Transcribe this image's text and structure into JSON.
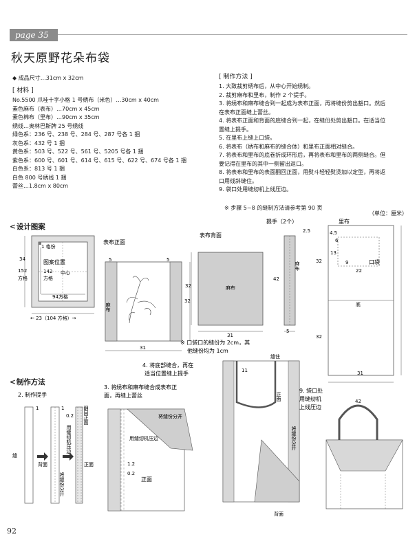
{
  "header": {
    "page_tag": "page 35",
    "title": "秋天原野花朵布袋"
  },
  "size": "◆ 成品尺寸…31cm x 32cm",
  "materials": {
    "heading": "[ 材料 ]",
    "lines": [
      "No.5500 爪哇十字小格 1 号绣布（米色）…30cm x 40cm",
      "素色麻布（表布）…70cm x 45cm",
      "素色棉布（里布）…90cm x 35cm",
      "绣线…奥林巴斯牌 25 号绣线",
      "绿色系：236 号、238 号、284 号、287 号各 1 捆",
      "灰色系：432 号 1 捆",
      "黄色系：503 号、522 号、561 号、5205 号各 1 捆",
      "紫色系：600 号、601 号、614 号、615 号、622 号、674 号各 1 捆",
      "白色系：813 号 1 捆",
      "白色 800 号绣线 1 捆",
      "蕾丝…1.8cm x 80cm"
    ]
  },
  "method": {
    "heading": "[ 制作方法 ]",
    "lines": [
      "1. 大致裁剪绣布后，从中心开始绣制。",
      "2. 裁剪麻布和里布，制作 2 个提手。",
      "3. 将绣布和麻布缝合到一起成为表布正面，再将缝份剪出豁口。然后",
      "在表布正面缝上蕾丝。",
      "4. 将表布正面和背面的底缝合到一起，在缝份处剪出豁口。在适当位",
      "置缝上提手。",
      "5. 在里布上缝上口袋。",
      "6. 将表布（绣布和麻布的缝合体）和里布正面相对缝合。",
      "7. 将表布和里布的底卷折成环形后，再将表布和里布的两侧缝合。但",
      "要记得在里布的其中一侧留出返口。",
      "8. 将表布和里布的表面翻回正面，用熨斗轻轻熨烫加以定型，再将返",
      "口用线斜缝住。",
      "9. 袋口处用缝纫机上线压边。"
    ],
    "note": "※ 步骤 5~8 的缝制方法请参考第 90 页"
  },
  "unit": "（单位：厘米）",
  "design": {
    "heading": "设计图案",
    "one_grid": "1 格份",
    "position": "图案位置",
    "center": "中心",
    "n142": "142",
    "fangge": "方格",
    "n94": "94方格",
    "n34": "34",
    "n152": "152",
    "n23": "← 23（104 方格）→"
  },
  "front": {
    "label": "表布正面",
    "m5a": "5",
    "m5b": "5",
    "h32": "32",
    "w31": "31",
    "mabu": "麻布"
  },
  "back": {
    "label": "表布背面",
    "h32": "32",
    "w31": "31",
    "mabu": "麻布"
  },
  "handle": {
    "label": "提手（2个）",
    "w25": "2.5",
    "h42": "42",
    "w5": "5",
    "mabu": "麻布"
  },
  "lining": {
    "label": "里布",
    "n45": "4.5",
    "n6": "6",
    "n13": "13",
    "n9": "9",
    "n22": "22",
    "pocket": "口袋",
    "h32a": "32",
    "h32b": "32",
    "w31": "31",
    "bottom": "底"
  },
  "pocket_note": [
    "※ 口袋口的缝份为 2cm，其",
    "他缝份均为 1cm"
  ],
  "steps": {
    "heading": "制作方法",
    "s2": "2. 制作提手",
    "s2_fold": "翻回正面",
    "s2_02": "0.2",
    "s2_machine": "用缝纫机压边",
    "s2_front": "正面",
    "s2_seam": "缝",
    "s2_back": "背面",
    "s2_open": "将缝份分开",
    "s2_one_a": "1",
    "s2_one_b": "1",
    "s3": [
      "3. 将绣布和麻布缝合成表布正",
      "面，再缝上蕾丝"
    ],
    "s3_open": "将缝份分开",
    "s3_machine": "用缝纫机压边",
    "s3_12": "1.2",
    "s3_02": "0.2",
    "s3_front": "正面",
    "s4": [
      "4. 将底部缝合，再在",
      "适当位置缝上提手"
    ],
    "s4_seam": "缝住",
    "s4_11": "11",
    "s4_front": "正面",
    "s4_open": "将缝份分开",
    "s4_back": "背面",
    "s9": [
      "9. 袋口处",
      "用缝纫机",
      "上线压边"
    ],
    "s9_42": "42"
  },
  "page_number": "92"
}
